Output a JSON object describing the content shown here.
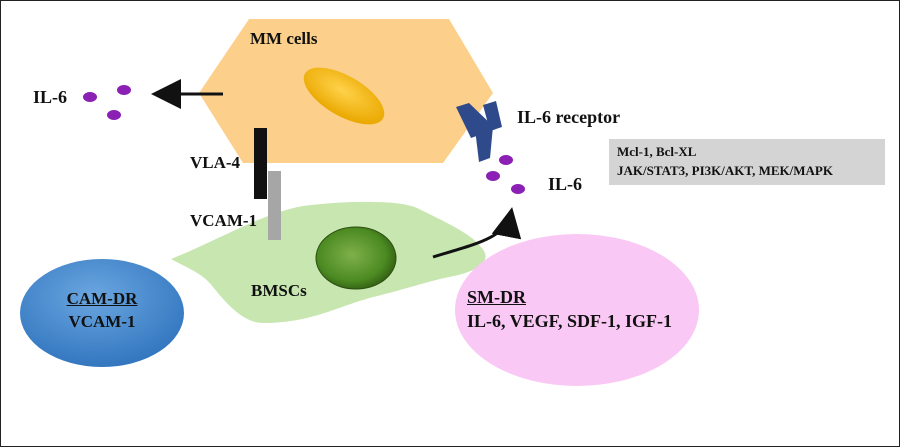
{
  "mm_cells_label": "MM  cells",
  "il6_secreted_label": "IL-6",
  "vla4_label": "VLA-4",
  "vcam1_label": "VCAM-1",
  "il6_receptor_label": "IL-6 receptor",
  "il6_bound_label": "IL-6",
  "bmsc_label": "BMSCs",
  "pathway_box": {
    "line1": "Mcl-1, Bcl-XL",
    "line2": "JAK/STAT3, PI3K/AKT, MEK/MAPK"
  },
  "cam_dr": {
    "title": "CAM-DR",
    "items": "VCAM-1"
  },
  "sm_dr": {
    "title": "SM-DR",
    "items": "IL-6, VEGF, SDF-1, IGF-1"
  },
  "colors": {
    "mm_cell_fill": "#fcd08a",
    "mm_nucleus": "#f2b300",
    "bmsc_fill": "#c7e6b0",
    "bmsc_nucleus": "#3f7d1c",
    "il6_dot": "#8a20b4",
    "receptor": "#2f4a8a",
    "vla4": "#111111",
    "vcam1": "#a6a6a6",
    "cam_dr_fill": "#3f86cf",
    "sm_dr_fill": "#f9c8f4",
    "pathway_box_bg": "#d4d4d4"
  }
}
